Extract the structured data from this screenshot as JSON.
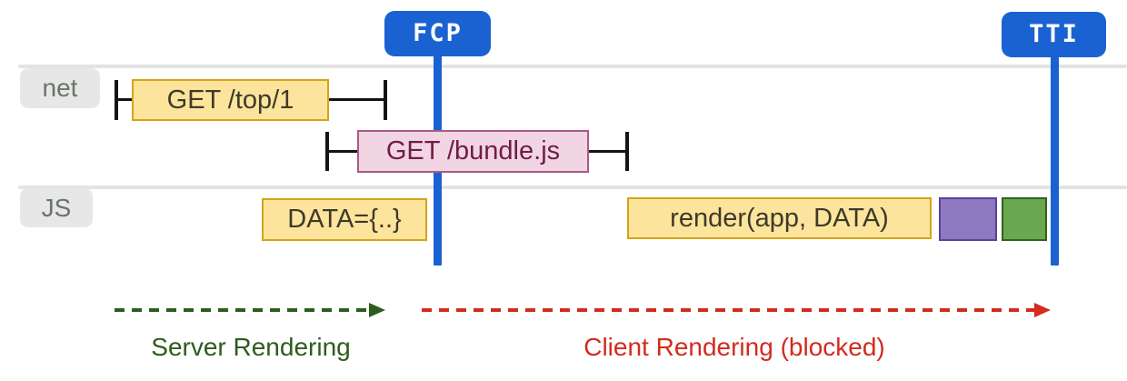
{
  "markers": {
    "fcp": {
      "label": "FCP"
    },
    "tti": {
      "label": "TTI"
    }
  },
  "lanes": {
    "net": {
      "label": "net"
    },
    "js": {
      "label": "JS"
    }
  },
  "bars": {
    "get_top": {
      "label": "GET /top/1",
      "fill": "#fde49c",
      "border": "#d4a418"
    },
    "get_bundle": {
      "label": "GET /bundle.js",
      "fill": "#f2d5e2",
      "border": "#a85a88"
    },
    "data_assign": {
      "label": "DATA={..}",
      "fill": "#fde49c",
      "border": "#d4a418"
    },
    "render_call": {
      "label": "render(app, DATA)",
      "fill": "#fde49c",
      "border": "#d4a418"
    },
    "hydrate_block": {
      "label": "",
      "fill": "#8d7ac1",
      "border": "#5d3f9e"
    },
    "interactive_block": {
      "label": "",
      "fill": "#69a84f",
      "border": "#2f6220"
    }
  },
  "phases": {
    "server": {
      "label": "Server Rendering",
      "color": "#2e5c1c"
    },
    "client": {
      "label": "Client Rendering (blocked)",
      "color": "#d32b1e"
    }
  },
  "colors": {
    "marker_blue": "#1a62d2",
    "lane_line": "#e3e3e3",
    "lane_label_bg": "#e7e7e7",
    "lane_label_text": "#6b746b",
    "whisker": "#141414"
  }
}
